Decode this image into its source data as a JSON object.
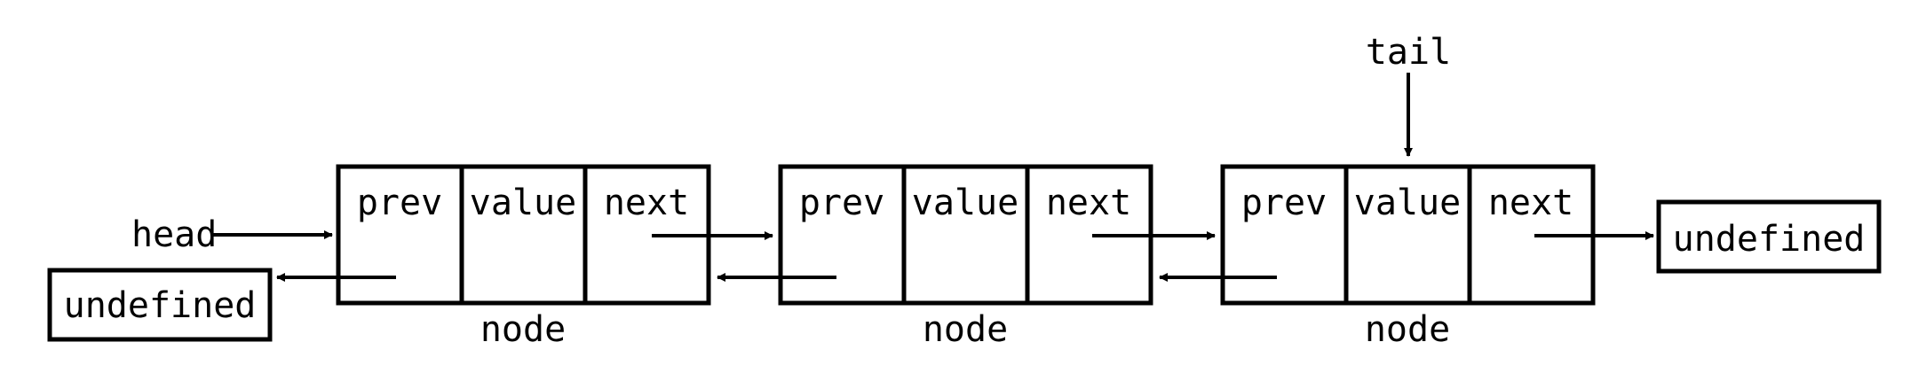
{
  "diagram": {
    "head_label": "head",
    "tail_label": "tail",
    "null_left_label": "undefined",
    "null_right_label": "undefined",
    "nodes": [
      {
        "caption": "node",
        "fields": [
          "prev",
          "value",
          "next"
        ]
      },
      {
        "caption": "node",
        "fields": [
          "prev",
          "value",
          "next"
        ]
      },
      {
        "caption": "node",
        "fields": [
          "prev",
          "value",
          "next"
        ]
      }
    ],
    "colors": {
      "stroke": "#000000",
      "background": "#ffffff"
    }
  }
}
